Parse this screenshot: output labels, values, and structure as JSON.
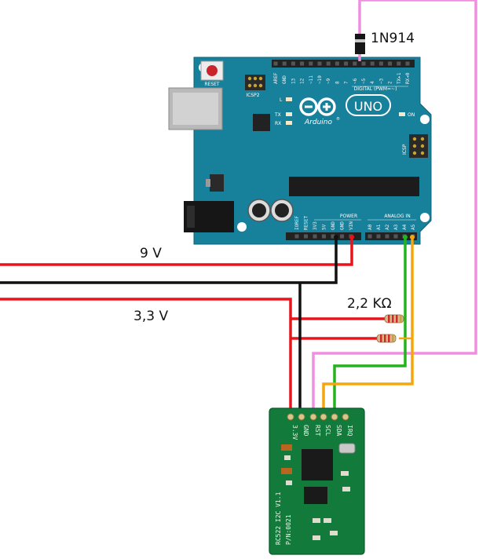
{
  "labels": {
    "diode": "1N914",
    "supply_9v": "9 V",
    "supply_3v3": "3,3 V",
    "resistor": "2,2 KΩ"
  },
  "arduino": {
    "logo_text": "Arduino",
    "logo_tm": "®",
    "model": "UNO",
    "reset_label": "RESET",
    "icsp2_label": "ICSP2",
    "icsp_label": "ICSP",
    "led_l": "L",
    "led_tx": "TX",
    "led_rx": "RX",
    "led_on": "ON",
    "digital_header_label": "DIGITAL (PWM=~)",
    "power_header_label": "POWER",
    "analog_header_label": "ANALOG IN",
    "power_pins": [
      "IOREF",
      "RESET",
      "3V3",
      "5V",
      "GND",
      "GND",
      "VIN"
    ],
    "analog_pins": [
      "A0",
      "A1",
      "A2",
      "A3",
      "A4",
      "A5"
    ],
    "digital_pins": [
      "AREF",
      "GND",
      "13",
      "12",
      "~11",
      "~10",
      "~9",
      "8",
      "7",
      "~6",
      "~5",
      "4",
      "~3",
      "2",
      "TX▸1",
      "RX◂0"
    ]
  },
  "rfid_module": {
    "pins": [
      "3.3V",
      "GND",
      "RST",
      "SCL",
      "SDA",
      "IRQ"
    ],
    "board_text": "RC522 I2C V1.1",
    "board_id": "P/N:0021"
  },
  "colors": {
    "wire_red": "#e8141b",
    "wire_black": "#111111",
    "wire_green": "#22b41d",
    "wire_orange": "#f4a70c",
    "wire_pink": "#f08ee0",
    "arduino_board": "#17809b",
    "rfid_board": "#127a3a"
  }
}
